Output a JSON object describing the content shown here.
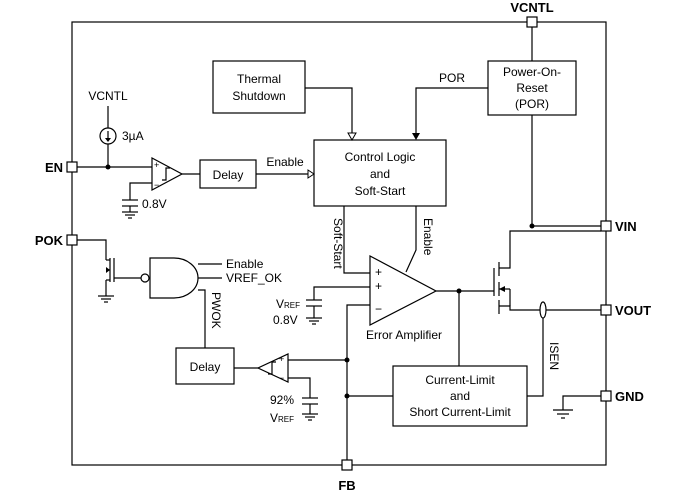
{
  "pins": {
    "vcntl": "VCNTL",
    "en": "EN",
    "pok": "POK",
    "vin": "VIN",
    "vout": "VOUT",
    "gnd": "GND",
    "fb": "FB"
  },
  "blocks": {
    "thermal_shutdown": [
      "Thermal",
      "Shutdown"
    ],
    "por": [
      "Power-On-",
      "Reset",
      "(POR)"
    ],
    "control_logic": [
      "Control Logic",
      "and",
      "Soft-Start"
    ],
    "delay_en": "Delay",
    "delay_pwok": "Delay",
    "current_limit": [
      "Current-Limit",
      "and",
      "Short Current-Limit"
    ],
    "error_amplifier": "Error Amplifier"
  },
  "labels": {
    "vcntl_internal": "VCNTL",
    "current_source": "3µA",
    "en_ref": "0.8V",
    "enable_signal": "Enable",
    "por_signal": "POR",
    "soft_start_vertical": "Soft-Start",
    "enable_vertical": "Enable",
    "and_input_enable": "Enable",
    "and_input_vref_ok": "VREF_OK",
    "pwok_vertical": "PWOK",
    "vref_main": "V",
    "vref_sub": "REF",
    "vref_value": "0.8V",
    "pwok_pct": "92%",
    "vref2_main": "V",
    "vref2_sub": "REF",
    "isen_vertical": "ISEN",
    "plus": "+",
    "minus": "−"
  }
}
